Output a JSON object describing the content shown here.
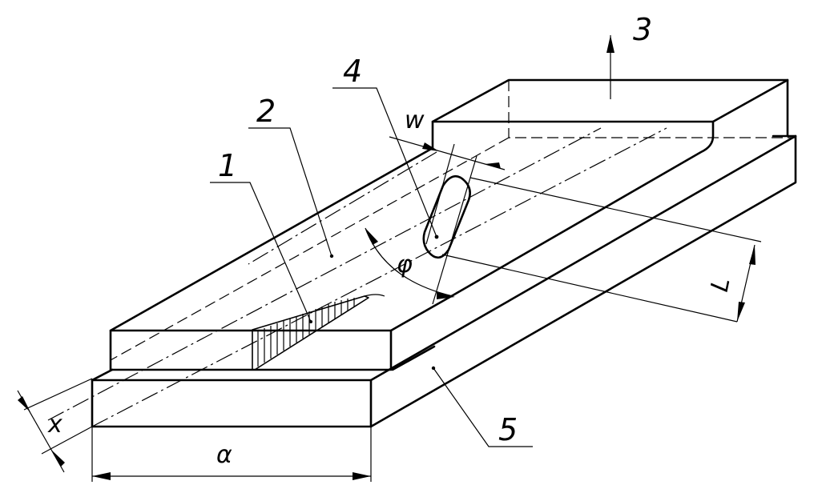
{
  "labels": {
    "part1": "1",
    "part2": "2",
    "part3": "3",
    "part4": "4",
    "part5": "5"
  },
  "dimensions": {
    "width_a": "α",
    "offset_x": "x",
    "length_L": "L",
    "gap_w": "w",
    "angle_phi": "φ"
  }
}
